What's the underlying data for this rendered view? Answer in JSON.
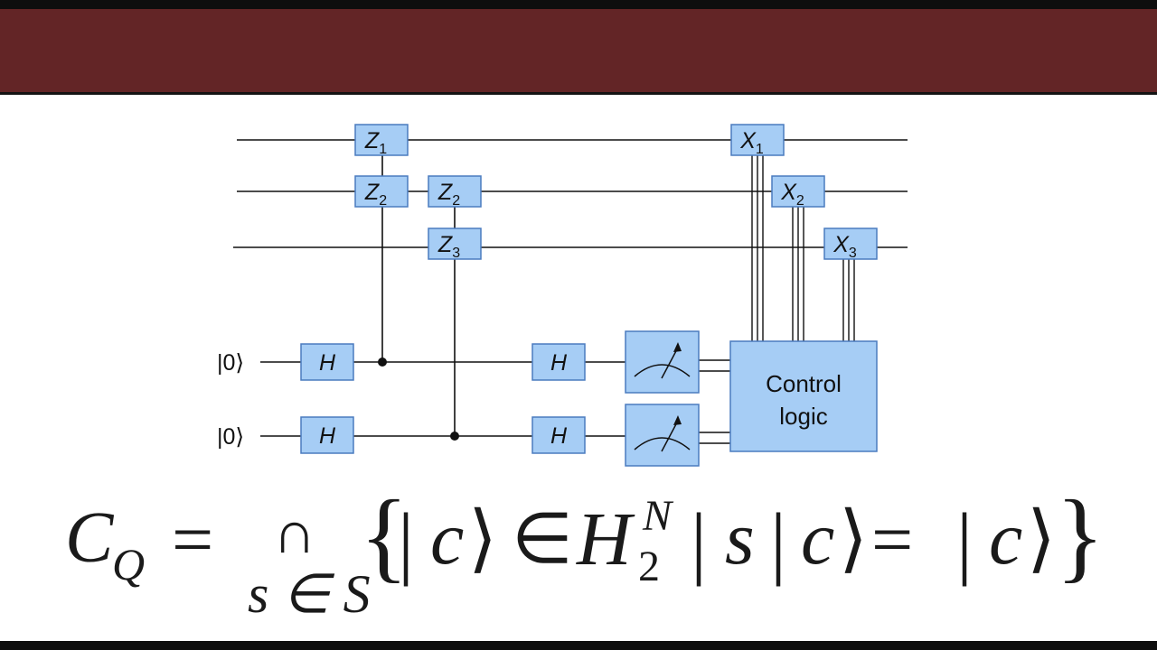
{
  "colors": {
    "banner": "#632526",
    "gate_fill": "#a6cdf5",
    "gate_stroke": "#4a7bbf",
    "wire": "#111111"
  },
  "circuit": {
    "input_labels": [
      "|0⟩",
      "|0⟩"
    ],
    "gates_row1": [
      {
        "letter": "Z",
        "sub": "1"
      },
      {
        "letter": "X",
        "sub": "1"
      }
    ],
    "gates_row2": [
      {
        "letter": "Z",
        "sub": "2"
      },
      {
        "letter": "Z",
        "sub": "2"
      },
      {
        "letter": "X",
        "sub": "2"
      }
    ],
    "gates_row3": [
      {
        "letter": "Z",
        "sub": "3"
      },
      {
        "letter": "X",
        "sub": "3"
      }
    ],
    "hadamard_label": "H",
    "control_logic": [
      "Control",
      "logic"
    ],
    "meter_icon": "measurement-meter-icon"
  },
  "equation": {
    "lhs": "C",
    "lhs_sub": "Q",
    "equals": "=",
    "intersection": "∩",
    "index": "s ∈ S",
    "open_brace": "{",
    "close_brace": "}",
    "bar": "|",
    "ket_c": "c",
    "ket_close": "⟩",
    "element_of": "∈",
    "space": "H",
    "space_sup": "N",
    "space_sub": "2",
    "operator": "s"
  }
}
